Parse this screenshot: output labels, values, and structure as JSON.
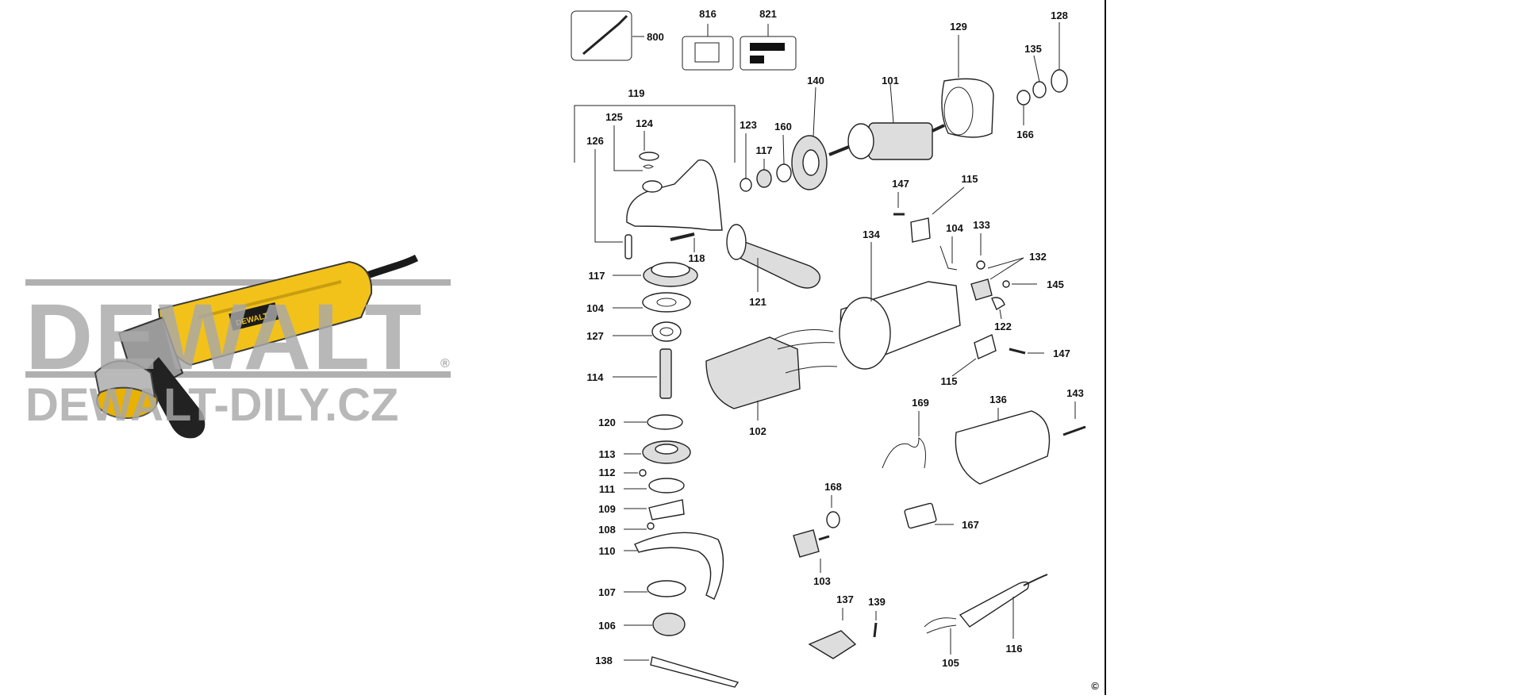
{
  "watermark": {
    "brand": "DEWALT",
    "registered": "®",
    "website": "DEWALT-DILY.CZ"
  },
  "product_photo": {
    "badge_text": "DEWALT"
  },
  "copyright": "©",
  "part_labels": [
    {
      "id": "p800",
      "text": "800"
    },
    {
      "id": "p816",
      "text": "816"
    },
    {
      "id": "p821",
      "text": "821"
    },
    {
      "id": "p129",
      "text": "129"
    },
    {
      "id": "p128",
      "text": "128"
    },
    {
      "id": "p135",
      "text": "135"
    },
    {
      "id": "p166",
      "text": "166"
    },
    {
      "id": "p140",
      "text": "140"
    },
    {
      "id": "p101",
      "text": "101"
    },
    {
      "id": "p119",
      "text": "119"
    },
    {
      "id": "p125",
      "text": "125"
    },
    {
      "id": "p124",
      "text": "124"
    },
    {
      "id": "p126",
      "text": "126"
    },
    {
      "id": "p123",
      "text": "123"
    },
    {
      "id": "p160",
      "text": "160"
    },
    {
      "id": "p117a",
      "text": "117"
    },
    {
      "id": "p147a",
      "text": "147"
    },
    {
      "id": "p115a",
      "text": "115"
    },
    {
      "id": "p118",
      "text": "118"
    },
    {
      "id": "p117b",
      "text": "117"
    },
    {
      "id": "p134",
      "text": "134"
    },
    {
      "id": "p104a",
      "text": "104"
    },
    {
      "id": "p133",
      "text": "133"
    },
    {
      "id": "p132",
      "text": "132"
    },
    {
      "id": "p145",
      "text": "145"
    },
    {
      "id": "p121",
      "text": "121"
    },
    {
      "id": "p122",
      "text": "122"
    },
    {
      "id": "p104b",
      "text": "104"
    },
    {
      "id": "p127",
      "text": "127"
    },
    {
      "id": "p147b",
      "text": "147"
    },
    {
      "id": "p115b",
      "text": "115"
    },
    {
      "id": "p114",
      "text": "114"
    },
    {
      "id": "p102",
      "text": "102"
    },
    {
      "id": "p169",
      "text": "169"
    },
    {
      "id": "p136",
      "text": "136"
    },
    {
      "id": "p143",
      "text": "143"
    },
    {
      "id": "p120",
      "text": "120"
    },
    {
      "id": "p113",
      "text": "113"
    },
    {
      "id": "p112",
      "text": "112"
    },
    {
      "id": "p111",
      "text": "111"
    },
    {
      "id": "p168",
      "text": "168"
    },
    {
      "id": "p109",
      "text": "109"
    },
    {
      "id": "p167",
      "text": "167"
    },
    {
      "id": "p108",
      "text": "108"
    },
    {
      "id": "p110",
      "text": "110"
    },
    {
      "id": "p103",
      "text": "103"
    },
    {
      "id": "p107",
      "text": "107"
    },
    {
      "id": "p137",
      "text": "137"
    },
    {
      "id": "p139",
      "text": "139"
    },
    {
      "id": "p106",
      "text": "106"
    },
    {
      "id": "p116",
      "text": "116"
    },
    {
      "id": "p138",
      "text": "138"
    },
    {
      "id": "p105",
      "text": "105"
    }
  ]
}
